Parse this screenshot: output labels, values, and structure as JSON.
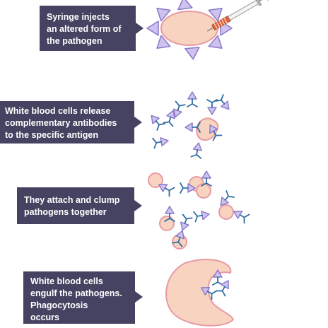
{
  "steps": [
    {
      "lines": [
        "Syringe injects",
        "an altered form of",
        "the pathogen"
      ]
    },
    {
      "lines": [
        "White blood cells release",
        "complementary antibodies",
        "to the specific antigen"
      ]
    },
    {
      "lines": [
        "They attach and clump",
        "pathogens together"
      ]
    },
    {
      "lines": [
        "White blood cells",
        "engulf the pathogens.",
        "Phagocytosis",
        "occurs"
      ]
    }
  ],
  "colors": {
    "label_bg": "#454361",
    "label_text": "#ffffff",
    "pathogen_fill": "#f7d3c0",
    "pathogen_outline": "#e89aa4",
    "antigen_fill": "#cdc3ee",
    "antigen_outline": "#8b78c9",
    "antibody_stroke": "#2f6ea5",
    "syringe_orange": "#e0623a"
  }
}
